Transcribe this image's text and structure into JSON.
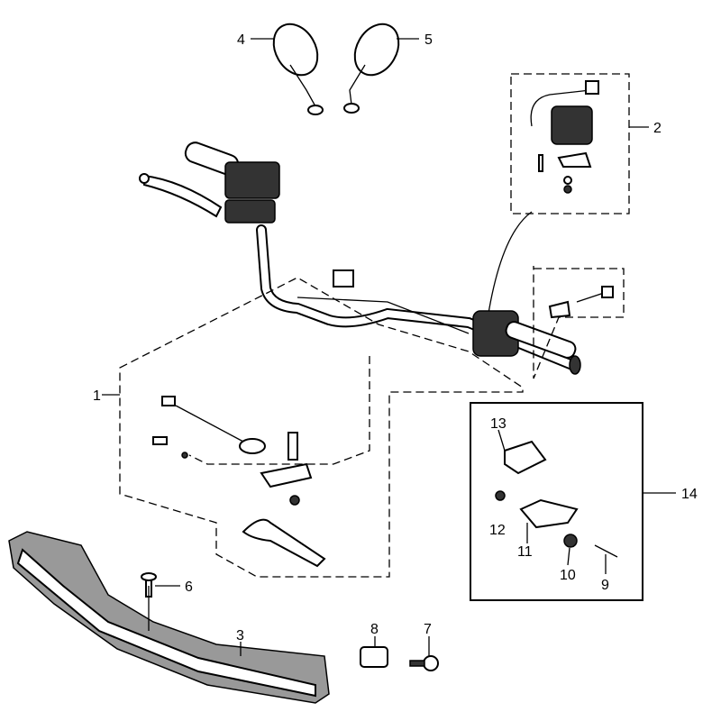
{
  "diagram": {
    "title": "Handlebar assembly exploded parts diagram",
    "callouts": [
      {
        "id": "1",
        "label": "1"
      },
      {
        "id": "2",
        "label": "2"
      },
      {
        "id": "3",
        "label": "3"
      },
      {
        "id": "4",
        "label": "4"
      },
      {
        "id": "5",
        "label": "5"
      },
      {
        "id": "6",
        "label": "6"
      },
      {
        "id": "7",
        "label": "7"
      },
      {
        "id": "8",
        "label": "8"
      },
      {
        "id": "9",
        "label": "9"
      },
      {
        "id": "10",
        "label": "10"
      },
      {
        "id": "11",
        "label": "11"
      },
      {
        "id": "12",
        "label": "12"
      },
      {
        "id": "13",
        "label": "13"
      },
      {
        "id": "14",
        "label": "14"
      }
    ]
  }
}
